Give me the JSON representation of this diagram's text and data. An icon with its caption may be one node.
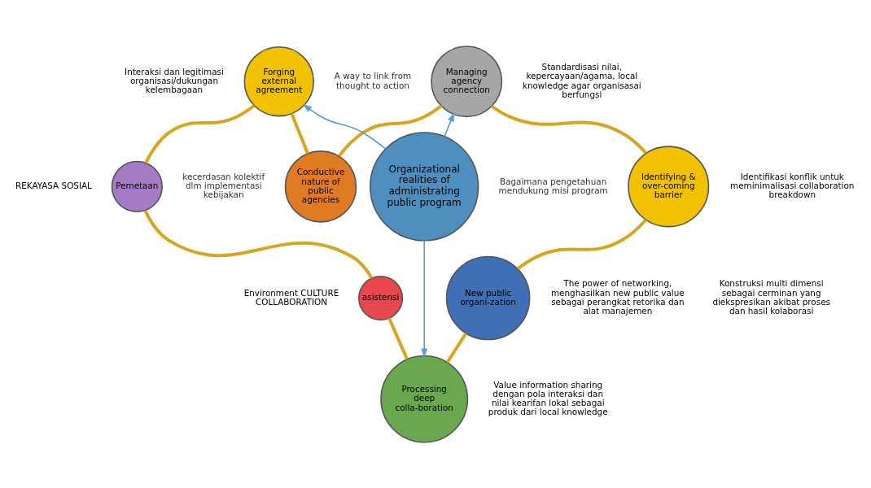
{
  "diagram": {
    "nodes": [
      {
        "text": [
          "Forging external agreement"
        ],
        "beside": [
          "Interaksi dan legitimasi organisasi/dukungan kelembagaan"
        ]
      },
      {
        "text": [
          "Conductive nature of public agencies"
        ]
      },
      {
        "text": [
          "Managing agency connection"
        ],
        "beside": [
          "Standardisasi nilai, kepercayaan/agama, local knowledge agar organisasai berfungsi"
        ]
      },
      {
        "text": [
          "Organizational realities of administrating public program"
        ]
      },
      {
        "text": [
          "Pemetaan"
        ],
        "beside": [
          "REKAYASA SOSIAL"
        ]
      },
      {
        "text": [
          "Identifying & over-coming barrier"
        ],
        "beside": [
          "Identifikasi konflik untuk meminimalisasi collaboration breakdown"
        ]
      },
      {
        "text": [
          "asistensi"
        ],
        "beside": [
          "Environment CULTURE COLLABORATION"
        ]
      },
      {
        "text": [
          "New public organi-zation"
        ],
        "beside": [
          "The power of networking, menghasilkan new public value sebagai perangkat retorika dan alat manajemen",
          "Konstruksi multi dimensi sebagai cerminan yang diekspresikan akibat proses dan hasil kolaborasi"
        ]
      },
      {
        "text": [
          "Processing deep colla-boration"
        ],
        "beside": [
          "Value information sharing dengan pola interaksi dan  nilai kearifan lokal sebagai produk dari local knowledge"
        ]
      }
    ],
    "edges": [
      {
        "from": 0,
        "to": 1,
        "arrow": "none"
      },
      {
        "from": 1,
        "to": 2,
        "arrow": "none"
      },
      {
        "from": 2,
        "to": 5,
        "arrow": "none"
      },
      {
        "from": 5,
        "to": 7,
        "arrow": "none"
      },
      {
        "from": 7,
        "to": 8,
        "arrow": "none"
      },
      {
        "from": 8,
        "to": 6,
        "arrow": "none"
      },
      {
        "from": 6,
        "to": 4,
        "arrow": "none"
      },
      {
        "from": 4,
        "to": 0,
        "arrow": "none"
      },
      {
        "from": 3,
        "to": 0,
        "arrow": "to",
        "color": "#5b9bd5"
      },
      {
        "from": 3,
        "to": 2,
        "arrow": "to",
        "color": "#5b9bd5"
      },
      {
        "from": 3,
        "to": 8,
        "arrow": "to",
        "color": "#5b9bd5"
      }
    ],
    "labels": [
      "A way to link from thought to action",
      "kecerdasan kolektif dlm implementasi kebijakan",
      "Bagaimana pengetahuan mendukung misi program"
    ]
  }
}
